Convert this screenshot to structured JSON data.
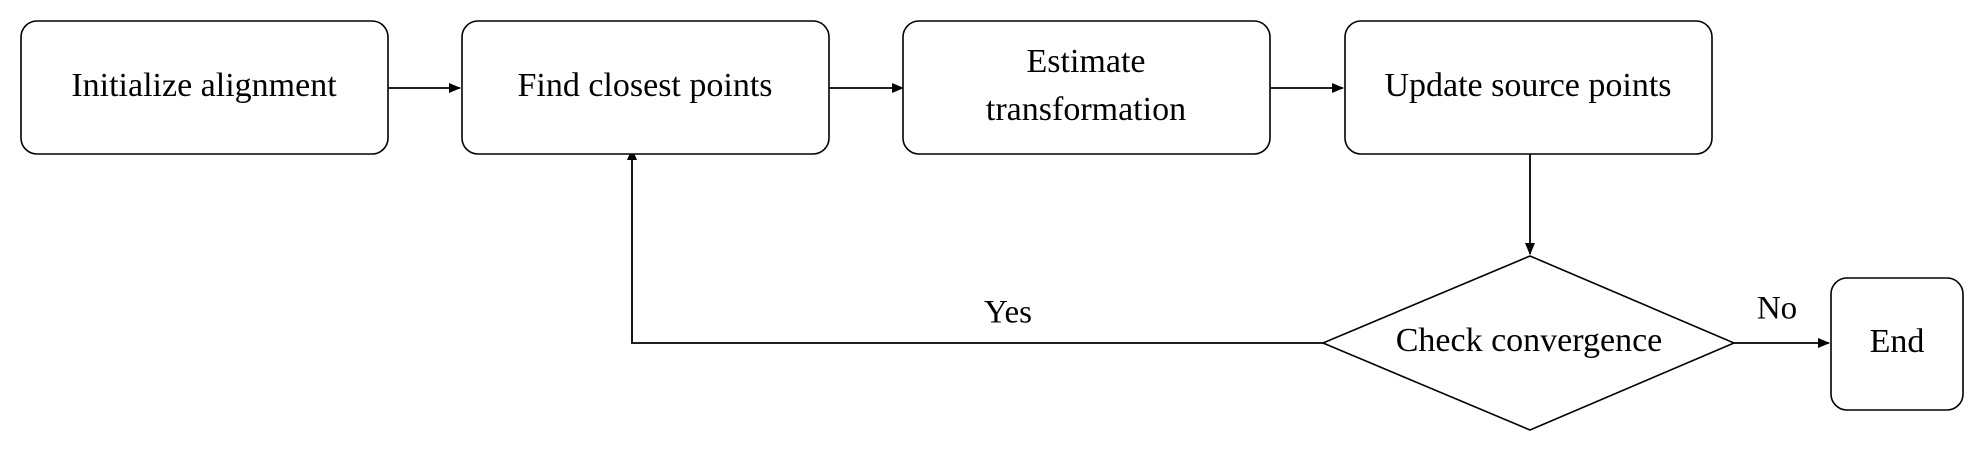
{
  "nodes": {
    "init": {
      "label": "Initialize alignment"
    },
    "find": {
      "label": "Find closest points"
    },
    "estimate": {
      "label_line1": "Estimate",
      "label_line2": "transformation"
    },
    "update": {
      "label": "Update source points"
    },
    "check": {
      "label": "Check convergence"
    },
    "end": {
      "label": "End"
    }
  },
  "edges": {
    "yes_label": "Yes",
    "no_label": "No"
  }
}
